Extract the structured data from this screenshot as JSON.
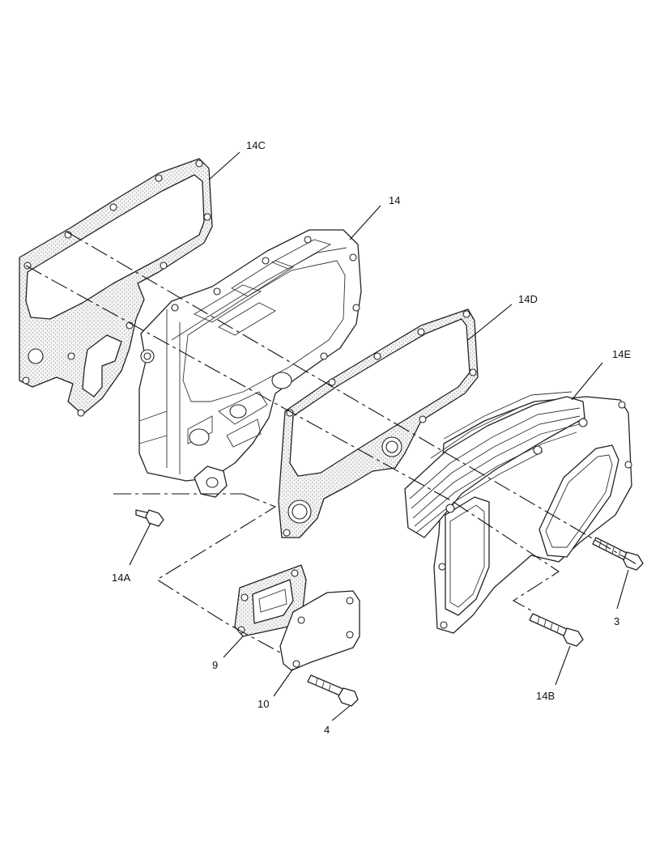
{
  "diagram": {
    "callouts": [
      {
        "id": "14C",
        "label": "14C"
      },
      {
        "id": "14",
        "label": "14"
      },
      {
        "id": "14D",
        "label": "14D"
      },
      {
        "id": "14E",
        "label": "14E"
      },
      {
        "id": "14A",
        "label": "14A"
      },
      {
        "id": "3",
        "label": "3"
      },
      {
        "id": "9",
        "label": "9"
      },
      {
        "id": "10",
        "label": "10"
      },
      {
        "id": "14B",
        "label": "14B"
      },
      {
        "id": "4",
        "label": "4"
      }
    ]
  }
}
